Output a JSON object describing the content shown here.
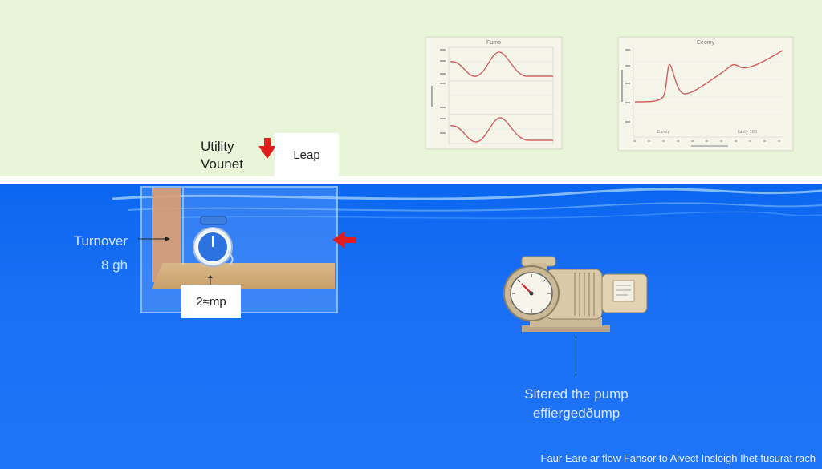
{
  "labels": {
    "utility_line1": "Utility",
    "utility_line2": "Vounet",
    "leap": "Leap",
    "turnover_line1": "Turnover",
    "turnover_line2": "8 gh",
    "pump_box": "2≈mp",
    "pump_caption_line1": "Sitered the pump",
    "pump_caption_line2": "effiergedðump",
    "footer": "Faur Eare ar flow Fansor to Aivect Insloigh Ihet fusurat rach"
  },
  "charts": {
    "left_title": "Fump",
    "right_title": "Ceomy",
    "right_label_a": "Eamly",
    "right_label_b": "Fasty 185"
  },
  "colors": {
    "sky": "#e8f5d8",
    "water": "#1a6ff5",
    "arrow": "#e11d1d",
    "curve": "#d06060"
  }
}
